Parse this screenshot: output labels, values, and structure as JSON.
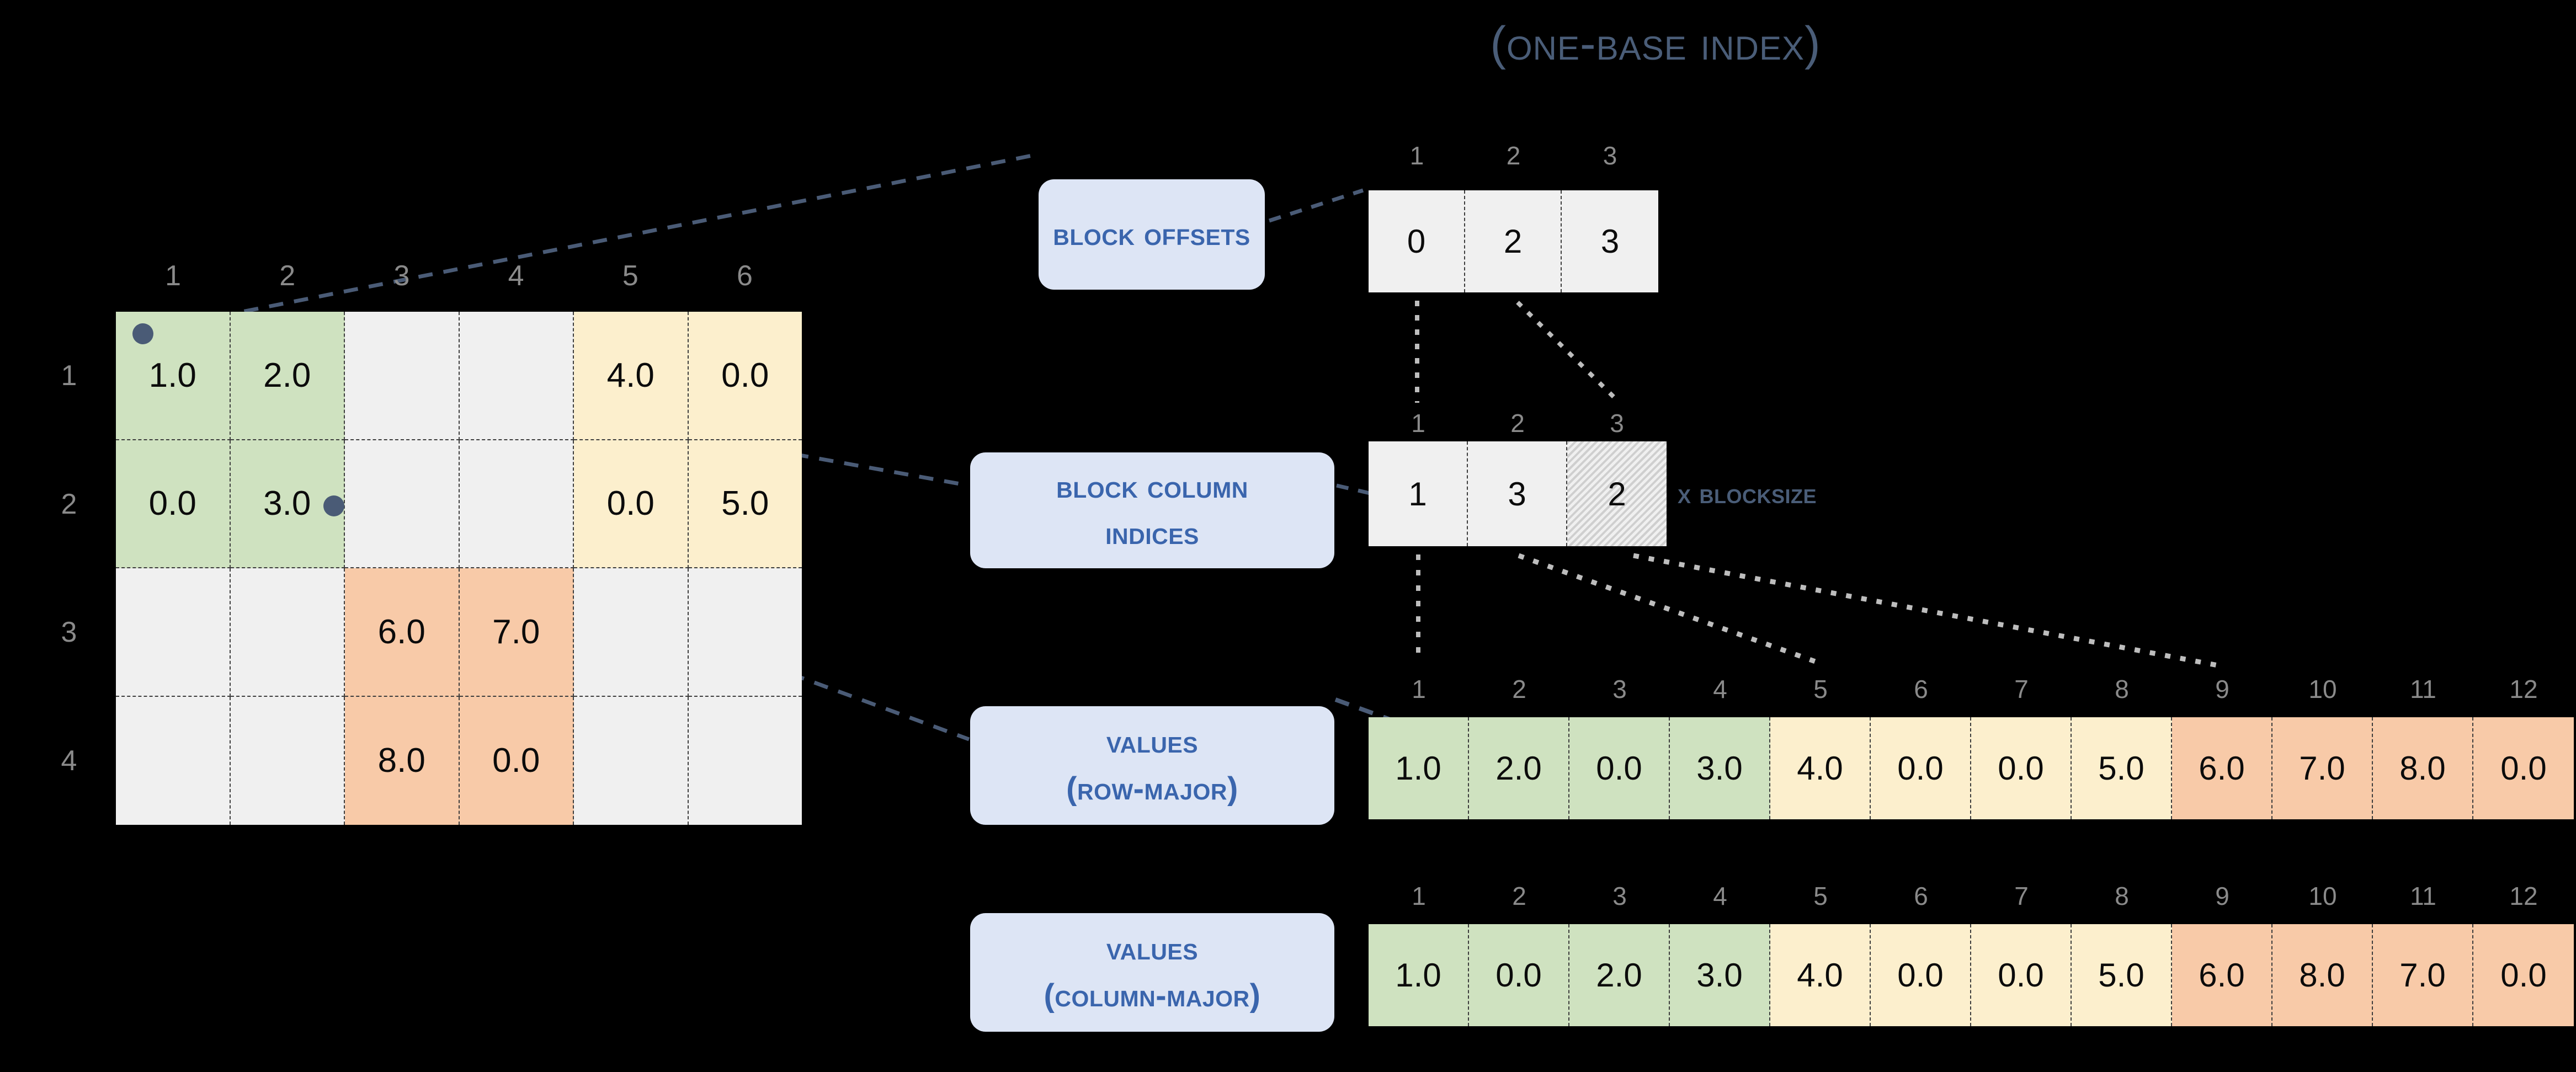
{
  "title": "(One-Base Index)",
  "colors": {
    "background": "#000000",
    "accent_blue": "#3a65ad",
    "pill_fill": "#dde5f5",
    "marker": "#4a5b76",
    "slate_text": "#4a5d78",
    "block_green": "#cfe2c0",
    "block_yellow": "#fcefcd",
    "block_orange": "#f8caa8",
    "cell_empty": "#f0f0f0",
    "index_label": "#8a8a8a",
    "dashed_border": "#3c3c3c"
  },
  "matrix": {
    "column_headers": [
      "1",
      "2",
      "3",
      "4",
      "5",
      "6"
    ],
    "row_headers": [
      "1",
      "2",
      "3",
      "4"
    ],
    "rows": [
      [
        {
          "value": "1.0",
          "fill": "green"
        },
        {
          "value": "2.0",
          "fill": "green"
        },
        {
          "value": "",
          "fill": "empty"
        },
        {
          "value": "",
          "fill": "empty"
        },
        {
          "value": "4.0",
          "fill": "yellow"
        },
        {
          "value": "0.0",
          "fill": "yellow"
        }
      ],
      [
        {
          "value": "0.0",
          "fill": "green"
        },
        {
          "value": "3.0",
          "fill": "green"
        },
        {
          "value": "",
          "fill": "empty"
        },
        {
          "value": "",
          "fill": "empty"
        },
        {
          "value": "0.0",
          "fill": "yellow"
        },
        {
          "value": "5.0",
          "fill": "yellow"
        }
      ],
      [
        {
          "value": "",
          "fill": "empty"
        },
        {
          "value": "",
          "fill": "empty"
        },
        {
          "value": "6.0",
          "fill": "orange"
        },
        {
          "value": "7.0",
          "fill": "orange"
        },
        {
          "value": "",
          "fill": "empty"
        },
        {
          "value": "",
          "fill": "empty"
        }
      ],
      [
        {
          "value": "",
          "fill": "empty"
        },
        {
          "value": "",
          "fill": "empty"
        },
        {
          "value": "8.0",
          "fill": "orange"
        },
        {
          "value": "0.0",
          "fill": "orange"
        },
        {
          "value": "",
          "fill": "empty"
        },
        {
          "value": "",
          "fill": "empty"
        }
      ]
    ]
  },
  "block_offsets": {
    "label": "Block Offsets",
    "indices": [
      "1",
      "2",
      "3"
    ],
    "cells": [
      {
        "value": "0",
        "fill": "plain"
      },
      {
        "value": "2",
        "fill": "plain"
      },
      {
        "value": "3",
        "fill": "plain"
      }
    ]
  },
  "block_column_indices": {
    "label_line1": "Block Column",
    "label_line2": "Indices",
    "suffix": "x BlockSize",
    "indices": [
      "1",
      "2",
      "3"
    ],
    "cells": [
      {
        "value": "1",
        "fill": "plain"
      },
      {
        "value": "3",
        "fill": "plain"
      },
      {
        "value": "2",
        "fill": "hatch"
      }
    ]
  },
  "values_row_major": {
    "label_line1": "Values",
    "label_line2": "(row-major)",
    "indices": [
      "1",
      "2",
      "3",
      "4",
      "5",
      "6",
      "7",
      "8",
      "9",
      "10",
      "11",
      "12"
    ],
    "cells": [
      {
        "value": "1.0",
        "fill": "green"
      },
      {
        "value": "2.0",
        "fill": "green"
      },
      {
        "value": "0.0",
        "fill": "green"
      },
      {
        "value": "3.0",
        "fill": "green"
      },
      {
        "value": "4.0",
        "fill": "yellow"
      },
      {
        "value": "0.0",
        "fill": "yellow"
      },
      {
        "value": "0.0",
        "fill": "yellow"
      },
      {
        "value": "5.0",
        "fill": "yellow"
      },
      {
        "value": "6.0",
        "fill": "orange"
      },
      {
        "value": "7.0",
        "fill": "orange"
      },
      {
        "value": "8.0",
        "fill": "orange"
      },
      {
        "value": "0.0",
        "fill": "orange"
      }
    ]
  },
  "values_column_major": {
    "label_line1": "Values",
    "label_line2": "(column-major)",
    "indices": [
      "1",
      "2",
      "3",
      "4",
      "5",
      "6",
      "7",
      "8",
      "9",
      "10",
      "11",
      "12"
    ],
    "cells": [
      {
        "value": "1.0",
        "fill": "green"
      },
      {
        "value": "0.0",
        "fill": "green"
      },
      {
        "value": "2.0",
        "fill": "green"
      },
      {
        "value": "3.0",
        "fill": "green"
      },
      {
        "value": "4.0",
        "fill": "yellow"
      },
      {
        "value": "0.0",
        "fill": "yellow"
      },
      {
        "value": "0.0",
        "fill": "yellow"
      },
      {
        "value": "5.0",
        "fill": "yellow"
      },
      {
        "value": "6.0",
        "fill": "orange"
      },
      {
        "value": "8.0",
        "fill": "orange"
      },
      {
        "value": "7.0",
        "fill": "orange"
      },
      {
        "value": "0.0",
        "fill": "orange"
      }
    ]
  }
}
